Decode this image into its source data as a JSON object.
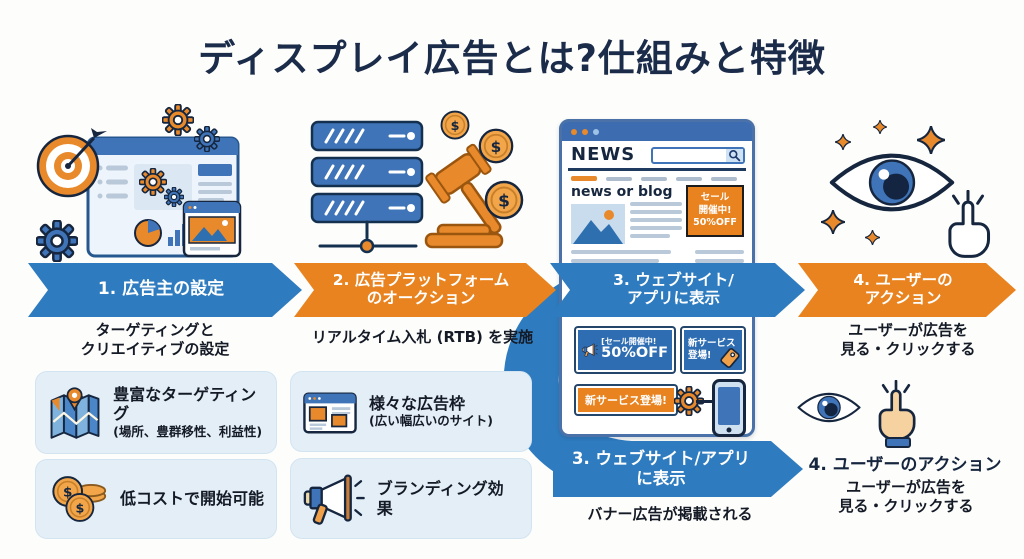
{
  "title": "ディスプレイ広告とは?仕組みと特徴",
  "colors": {
    "arrow_blue": "#2e7cbf",
    "arrow_orange": "#e8831f",
    "navy_text": "#1b2b4a",
    "feature_box_bg": "#e3eef7",
    "browser_chrome_blue": "#3d6cb0"
  },
  "flow": {
    "steps": [
      {
        "label": "1. 広告主の設定",
        "subtitle": "ターゲティングと\nクリエイティブの設定"
      },
      {
        "label": "2. 広告プラットフォーム\nのオークション",
        "subtitle": "リアルタイム入札 (RTB) を実施"
      },
      {
        "label": "3. ウェブサイト/\nアプリに表示",
        "subtitle": ""
      },
      {
        "label": "4. ユーザーの\nアクション",
        "subtitle": "ユーザーが広告を\n見る・クリックする"
      }
    ]
  },
  "browser": {
    "site_name": "NEWS",
    "section_heading": "news or blog",
    "side_ad": "セール\n開催中!\n50%OFF",
    "sale_ad": {
      "line1": "[セール開催中!",
      "line2": "50%OFF"
    },
    "new_service_ad": "新サービス\n登場!",
    "bottom_banner": "新サービス登場!"
  },
  "features": [
    {
      "icon": "map-icon",
      "title": "豊富なターゲティング",
      "subtitle": "(場所、豊群移性、利益性)"
    },
    {
      "icon": "coins-icon",
      "title": "低コストで開始可能",
      "subtitle": ""
    },
    {
      "icon": "browser-ad-icon",
      "title": "様々な広告枠",
      "subtitle": "(広い幅広いのサイト)"
    },
    {
      "icon": "megaphone-icon",
      "title": "ブランディング効果",
      "subtitle": ""
    }
  ],
  "lower_flow": {
    "step3_label": "3. ウェブサイト/アプリ\nに表示",
    "step3_subtitle": "バナー広告が掲載される",
    "step4_title": "4. ユーザーのアクション",
    "step4_subtitle": "ユーザーが広告を\n見る・クリックする"
  }
}
